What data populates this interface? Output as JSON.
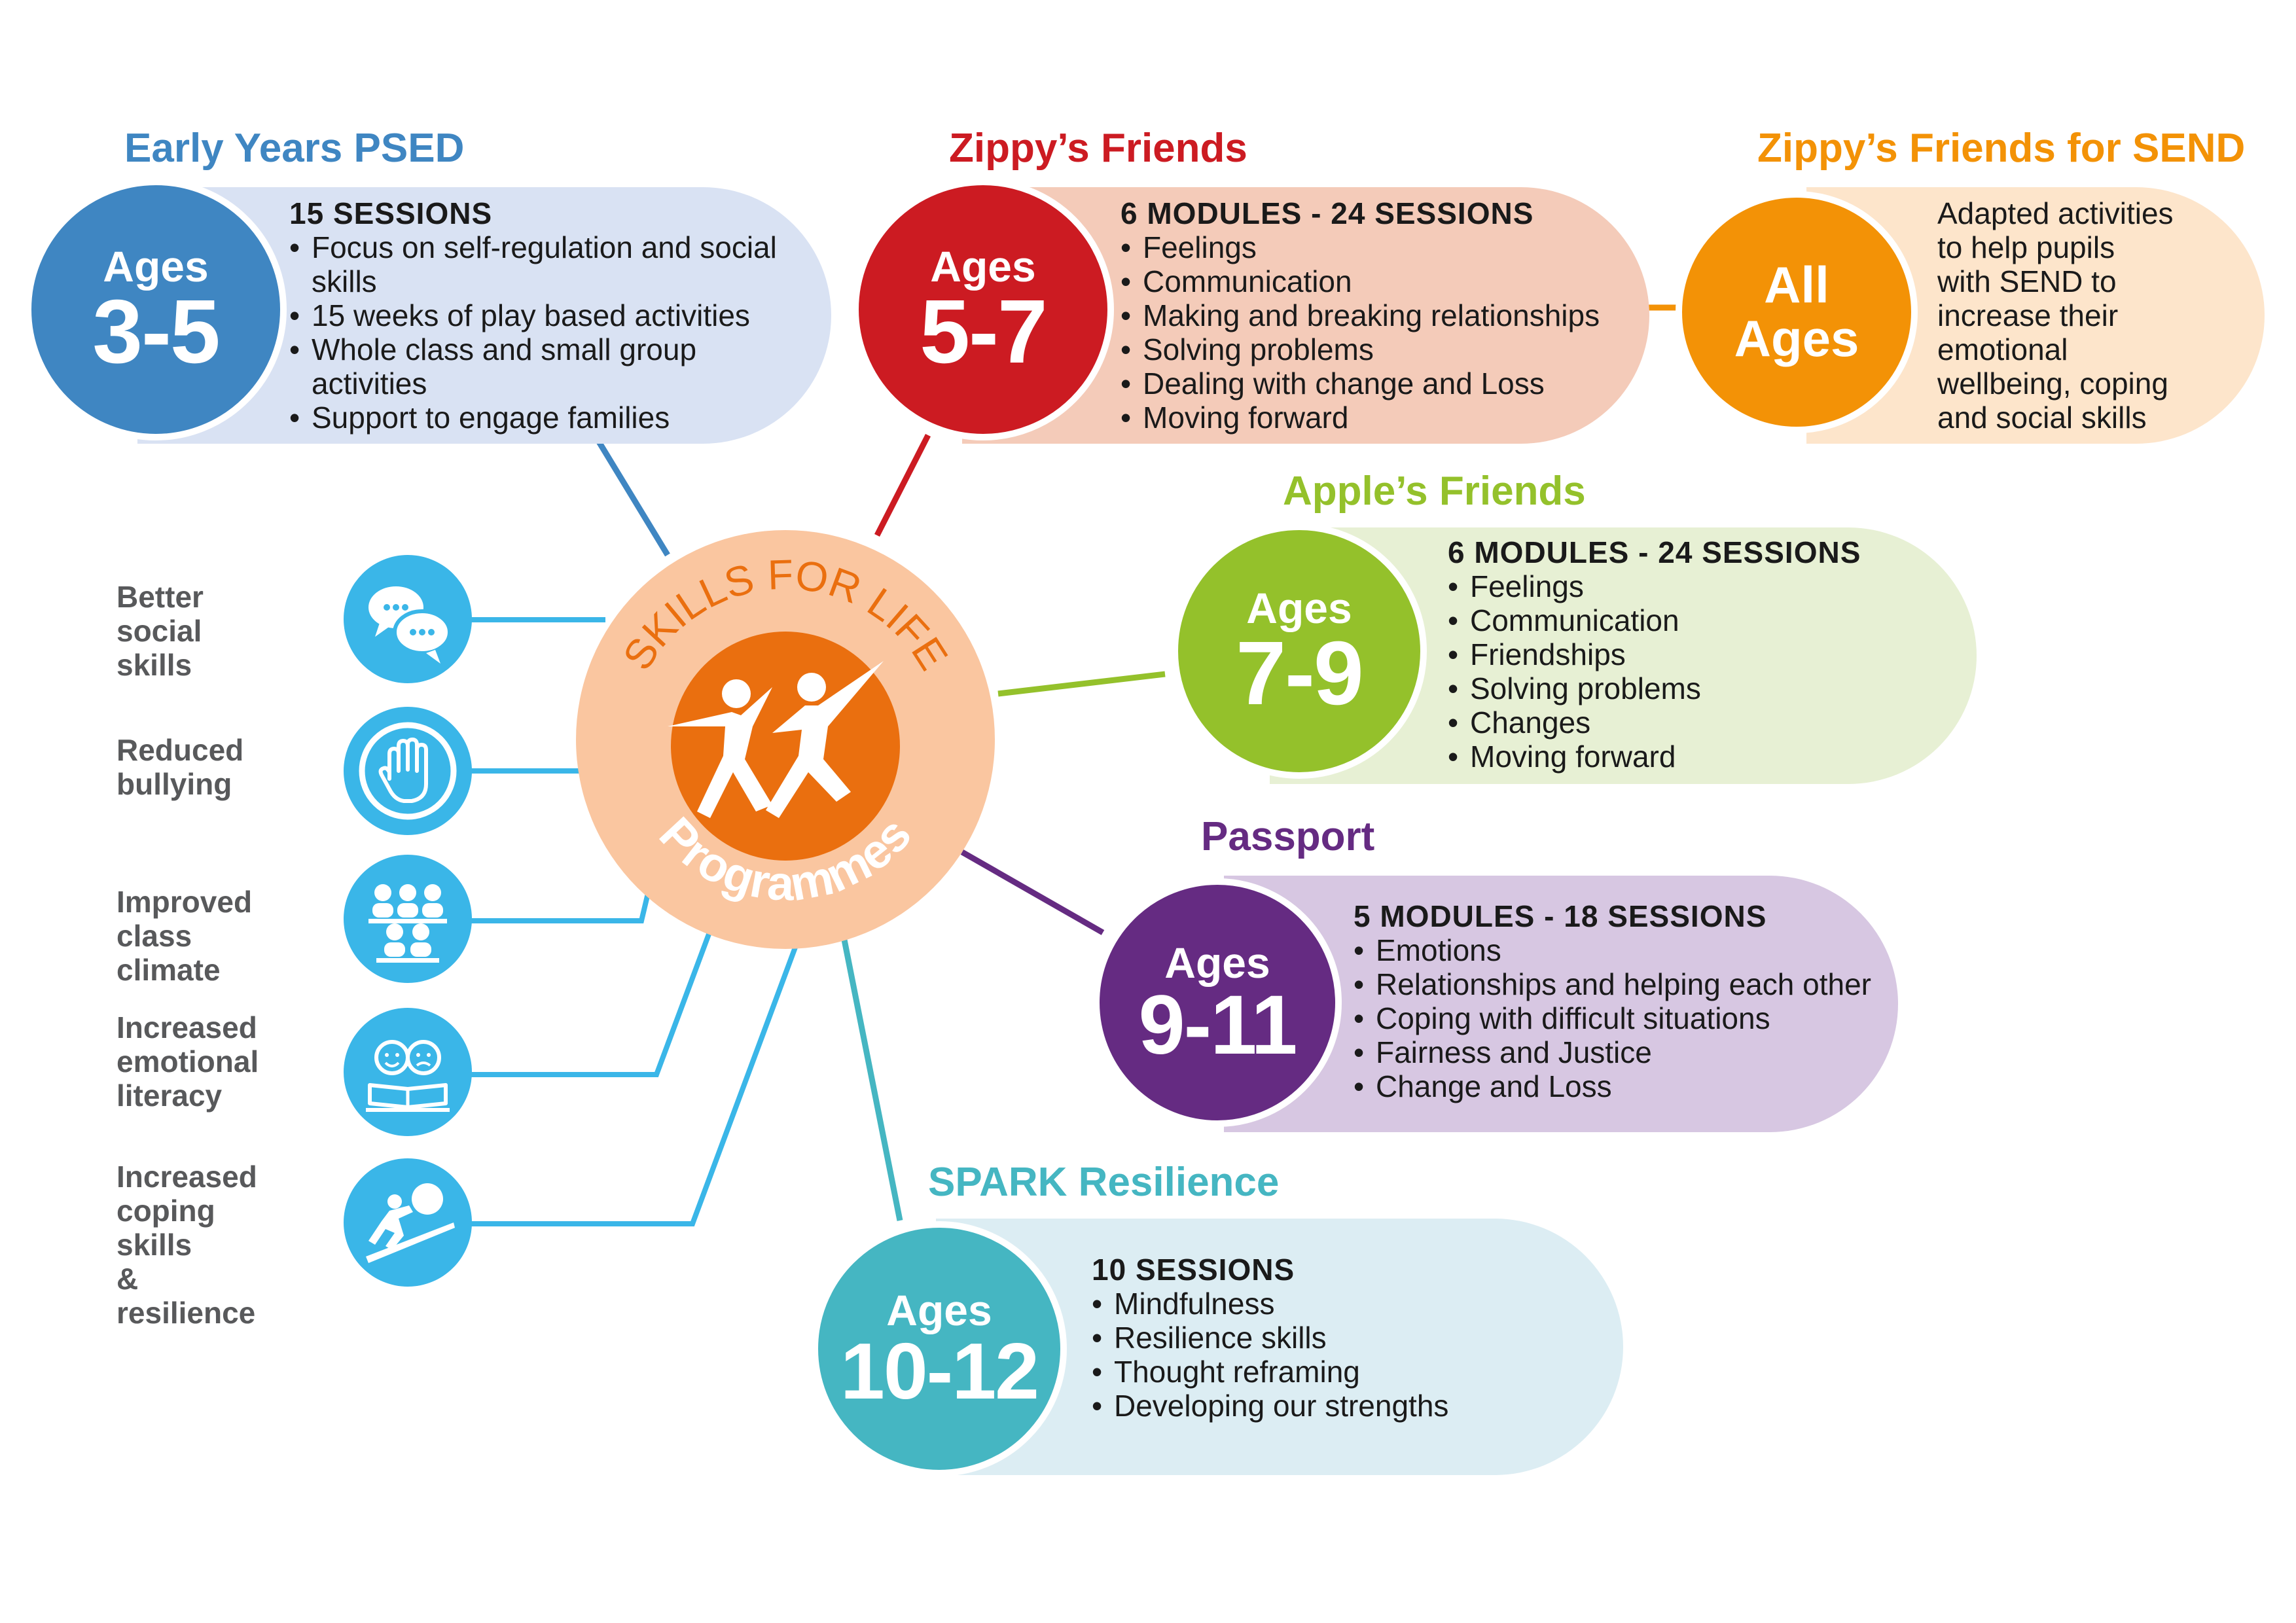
{
  "center": {
    "top_text": "SKILLS FOR LIFE",
    "bottom_text": "Programmes",
    "logo_icon": "two-children-jumping-icon",
    "colors": {
      "outer": "#fac6a0",
      "inner": "#ea6f0f",
      "top_text": "#ea6f0f",
      "bottom_text": "#ffffff"
    }
  },
  "programmes": [
    {
      "id": "early-years",
      "title": "Early Years PSED",
      "ages_word": "Ages",
      "ages_range": "3-5",
      "heading": "15 SESSIONS",
      "bullets": [
        "Focus on self-regulation and social skills",
        "15 weeks of play based activities",
        "Whole class and small group activities",
        "Support to engage families"
      ],
      "colors": {
        "title": "#3f86c2",
        "circle": "#3f86c2",
        "pill": "#d9e2f3"
      }
    },
    {
      "id": "zippys-friends",
      "title": "Zippy’s Friends",
      "ages_word": "Ages",
      "ages_range": "5-7",
      "heading": "6 MODULES - 24 SESSIONS",
      "bullets": [
        "Feelings",
        "Communication",
        "Making and breaking relationships",
        "Solving problems",
        "Dealing with change and Loss",
        "Moving forward"
      ],
      "colors": {
        "title": "#cc1b22",
        "circle": "#cc1b22",
        "pill": "#f4cbb9"
      }
    },
    {
      "id": "zippys-send",
      "title": "Zippy’s Friends for SEND",
      "ages_word": "All",
      "ages_range": "Ages",
      "heading": "",
      "text_lines": [
        "Adapted activities",
        "to help pupils",
        "with SEND to",
        "increase their",
        "emotional",
        "wellbeing, coping",
        "and social skills"
      ],
      "colors": {
        "title": "#f39206",
        "circle": "#f39206",
        "pill": "#fde5cb"
      }
    },
    {
      "id": "apples-friends",
      "title": "Apple’s Friends",
      "ages_word": "Ages",
      "ages_range": "7-9",
      "heading": "6 MODULES - 24 SESSIONS",
      "bullets": [
        "Feelings",
        "Communication",
        "Friendships",
        "Solving problems",
        "Changes",
        "Moving forward"
      ],
      "colors": {
        "title": "#94c12b",
        "circle": "#94c12b",
        "pill": "#e7f0d4"
      }
    },
    {
      "id": "passport",
      "title": "Passport",
      "ages_word": "Ages",
      "ages_range": "9-11",
      "heading": "5 MODULES - 18 SESSIONS",
      "bullets": [
        "Emotions",
        "Relationships and helping each other",
        "Coping with difficult situations",
        "Fairness and Justice",
        "Change and Loss"
      ],
      "colors": {
        "title": "#652b82",
        "circle": "#652b82",
        "pill": "#d7c7e2"
      }
    },
    {
      "id": "spark",
      "title": "SPARK Resilience",
      "ages_word": "Ages",
      "ages_range": "10-12",
      "heading": "10 SESSIONS",
      "bullets": [
        "Mindfulness",
        "Resilience skills",
        "Thought reframing",
        "Developing our strengths"
      ],
      "colors": {
        "title": "#45b6c2",
        "circle": "#45b6c2",
        "pill": "#dcedf3"
      }
    }
  ],
  "benefits": [
    {
      "label_lines": [
        "Better",
        "social skills"
      ],
      "icon": "speech-bubbles-icon"
    },
    {
      "label_lines": [
        "Reduced",
        "bullying"
      ],
      "icon": "stop-hand-icon"
    },
    {
      "label_lines": [
        "Improved",
        "class climate"
      ],
      "icon": "classroom-people-icon"
    },
    {
      "label_lines": [
        "Increased",
        "emotional",
        "literacy"
      ],
      "icon": "emotion-faces-book-icon"
    },
    {
      "label_lines": [
        "Increased",
        "coping skills",
        "& resilience"
      ],
      "icon": "pushing-boulder-icon"
    }
  ],
  "benefit_color": "#3ab6e8"
}
